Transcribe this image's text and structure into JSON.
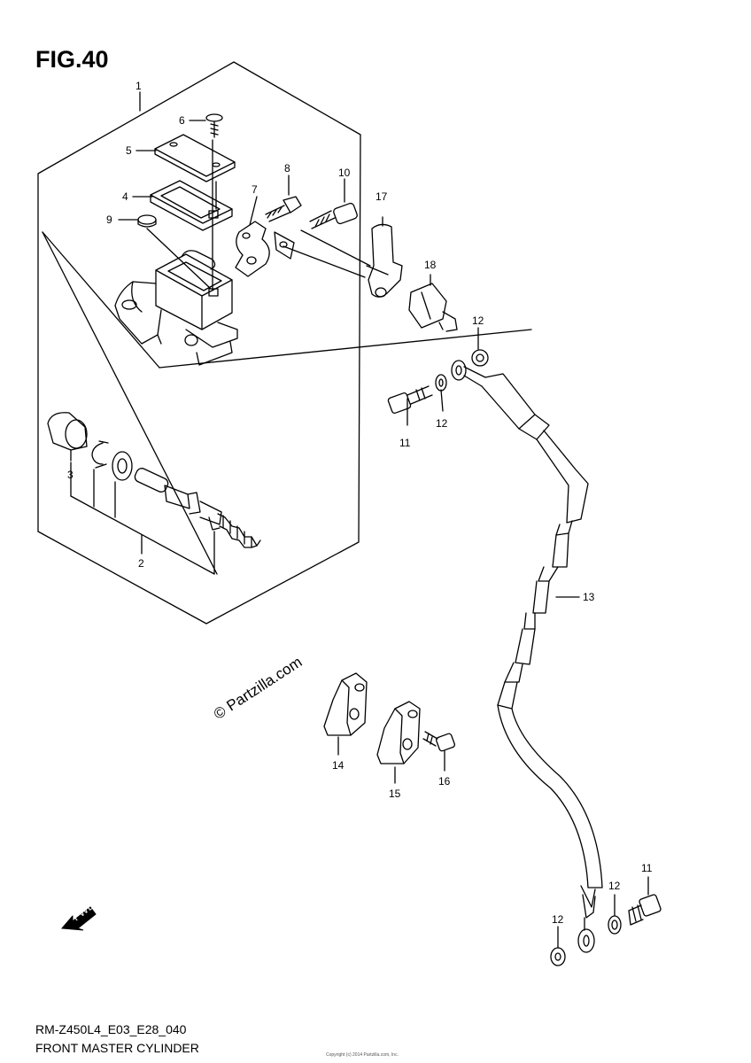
{
  "title": "FIG.40",
  "diagram_code": "RM-Z450L4_E03_E28_040",
  "diagram_name": "FRONT MASTER CYLINDER",
  "watermark": "© Partzilla.com",
  "direction_label": "FWD",
  "footer_copyright": "Copyright (c) 2014 Partzilla.com, Inc.",
  "callouts": {
    "c1": "1",
    "c2": "2",
    "c3": "3",
    "c4": "4",
    "c5": "5",
    "c6": "6",
    "c7": "7",
    "c8": "8",
    "c9": "9",
    "c10": "10",
    "c11a": "11",
    "c11b": "11",
    "c12a": "12",
    "c12b": "12",
    "c12c": "12",
    "c12d": "12",
    "c13": "13",
    "c14": "14",
    "c15": "15",
    "c16": "16",
    "c17": "17",
    "c18": "18"
  }
}
